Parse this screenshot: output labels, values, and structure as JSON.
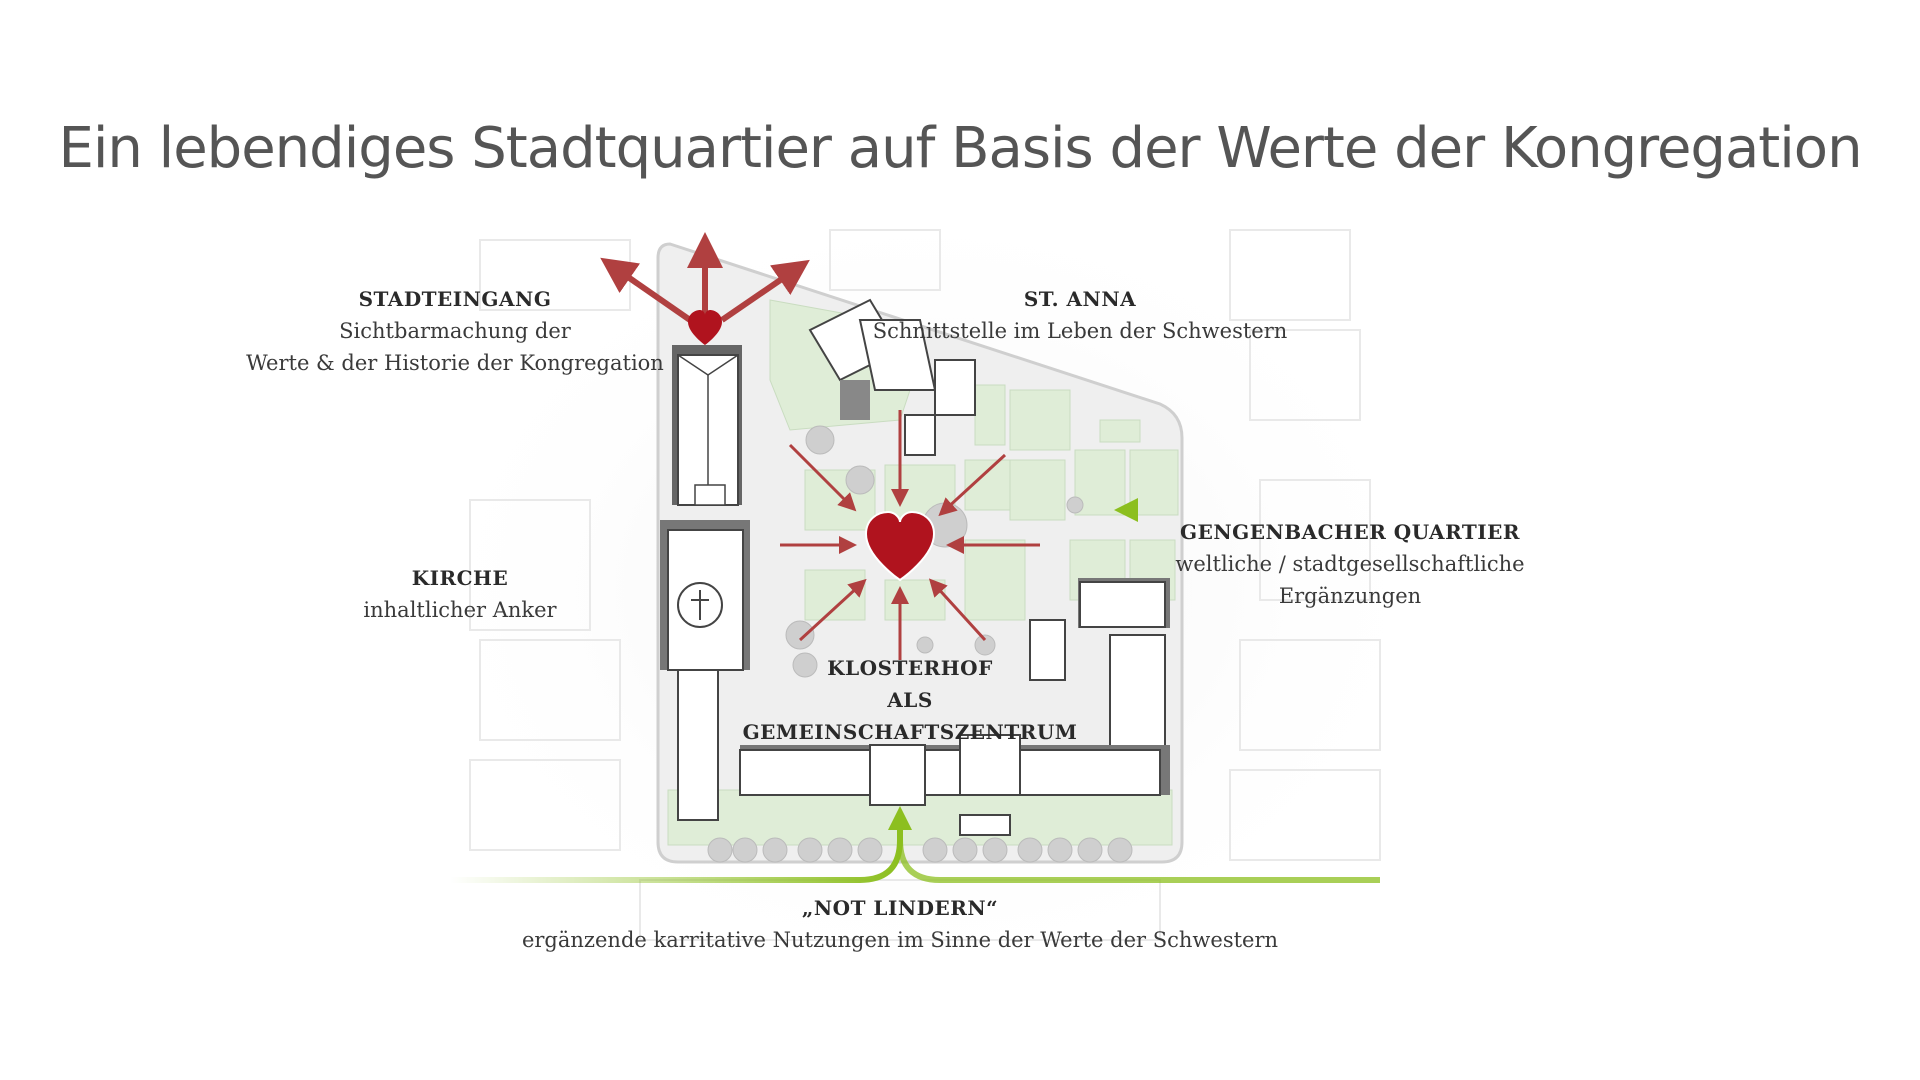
{
  "title": "Ein lebendiges Stadtquartier auf Basis der Werte der Kongregation",
  "colors": {
    "heart": "#b0131e",
    "arrow_red": "#b04040",
    "arrow_green": "#8cbf1f",
    "lawn": "#dfedd7",
    "building_roof": "#ffffff",
    "building_shadow": "#666666"
  },
  "labels": {
    "stadteingang": {
      "heading": "STADTEINGANG",
      "line1": "Sichtbarmachung der",
      "line2": "Werte & der Historie der Kongregation"
    },
    "st_anna": {
      "heading": "ST. ANNA",
      "line1": "Schnittstelle im Leben der Schwestern"
    },
    "gengenbacher": {
      "heading": "GENGENBACHER QUARTIER",
      "line1": "weltliche / stadtgesellschaftliche",
      "line2": "Ergänzungen"
    },
    "kirche": {
      "heading": "KIRCHE",
      "line1": "inhaltlicher Anker"
    },
    "klosterhof": {
      "heading": "KLOSTERHOF",
      "line1": "ALS GEMEINSCHAFTSZENTRUM"
    },
    "not_lindern": {
      "heading": "„NOT LINDERN“",
      "line1": "ergänzende karritative Nutzungen im Sinne der Werte der Schwestern"
    }
  },
  "icons": [
    "heart-icon",
    "cross-icon",
    "arrow-icon"
  ]
}
